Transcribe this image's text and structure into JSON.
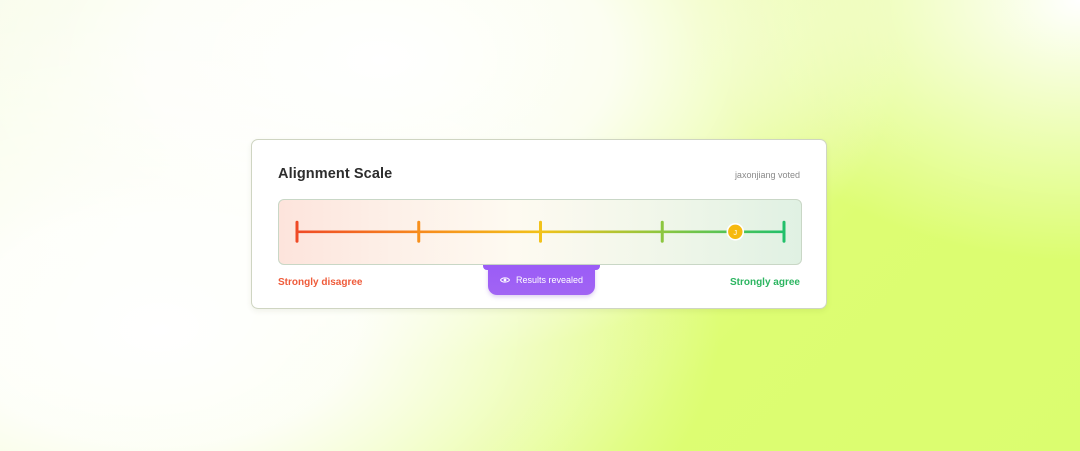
{
  "card": {
    "title": "Alignment Scale",
    "voter_text": "jaxonjiang voted"
  },
  "scale": {
    "ticks": 5,
    "vote_position": 0.9,
    "voter_initial": "J",
    "left_label": "Strongly disagree",
    "right_label": "Strongly agree",
    "colors": {
      "start": "#ef4a26",
      "mid1": "#f7901c",
      "mid2": "#f2c21a",
      "mid3": "#8cc63f",
      "end": "#22c06a",
      "marker": "#f6b90e"
    }
  },
  "reveal": {
    "label": "Results revealed",
    "icon": "eye-icon",
    "color": "#9b5cf6"
  }
}
